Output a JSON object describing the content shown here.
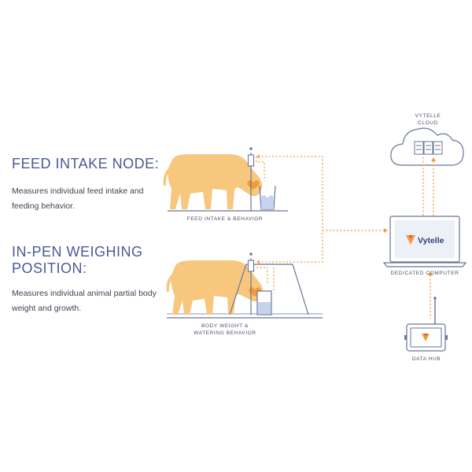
{
  "left": {
    "feed_title": "FEED INTAKE NODE:",
    "feed_desc": "Measures individual feed intake and feeding behavior.",
    "weigh_title_line1": "IN-PEN WEIGHING",
    "weigh_title_line2": "POSITION:",
    "weigh_desc": "Measures individual animal partial body weight and growth."
  },
  "labels": {
    "feed_caption": "FEED INTAKE & BEHAVIOR",
    "weigh_caption_line1": "BODY WEIGHT &",
    "weigh_caption_line2": "WATERING BEHAVIOR",
    "cloud_line1": "VYTELLE",
    "cloud_line2": "CLOUD",
    "computer_caption": "DEDICATED COMPUTER",
    "hub_caption": "DATA HUB",
    "brand": "Vytelle"
  },
  "colors": {
    "heading": "#4a5a96",
    "cow": "#f7c77e",
    "line": "#6a7598",
    "dotted": "#f39b3a",
    "screen_bg": "#eef0f8",
    "water": "#c5d2f0"
  },
  "icons": [
    "cow-icon",
    "heart-icon",
    "server-icon",
    "cloud-icon",
    "laptop-icon",
    "antenna-icon",
    "vytelle-logo-icon"
  ]
}
